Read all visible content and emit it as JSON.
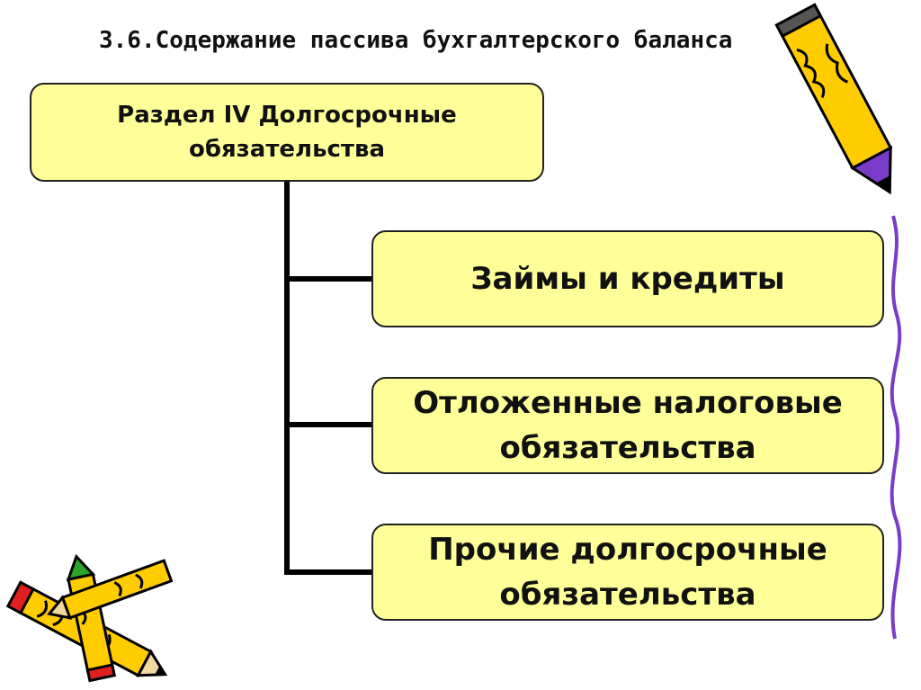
{
  "title": "3.6.Содержание пассива бухгалтерского баланса",
  "main_box": {
    "line1": "Раздел IV Долгосрочные",
    "line2": "обязательства"
  },
  "children": [
    {
      "line1": "Займы и кредиты"
    },
    {
      "line1": "Отложенные налоговые",
      "line2": "обязательства"
    },
    {
      "line1": "Прочие долгосрочные",
      "line2": "обязательства"
    }
  ],
  "colors": {
    "box_fill": "#ffff99",
    "connector": "#000000",
    "pencil_yellow": "#ffcc00",
    "pencil_purple": "#7a3cc8"
  },
  "icons": [
    "pencil-icon-top-right",
    "pencils-icon-bottom-left",
    "scribble-line"
  ]
}
